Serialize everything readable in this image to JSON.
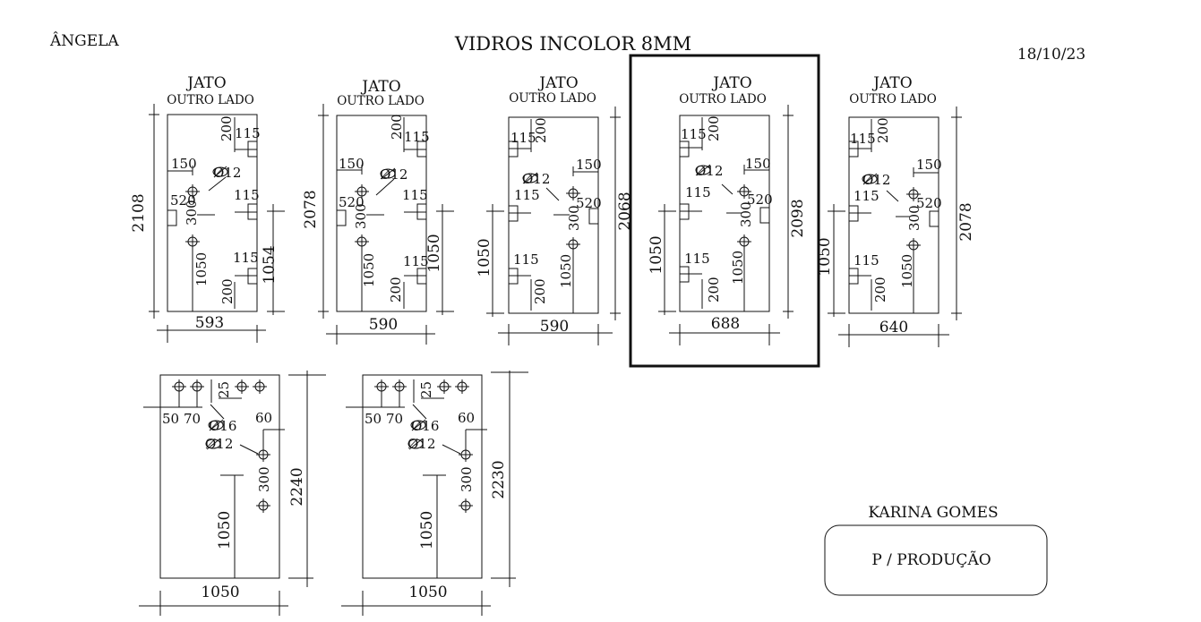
{
  "header": {
    "client": "ÂNGELA",
    "title": "VIDROS INCOLOR 8MM",
    "date": "18/10/23"
  },
  "footer": {
    "customer": "KARINA GOMES",
    "stamp": "P / PRODUÇÃO"
  },
  "panels": [
    {
      "jato": "JATO",
      "outro_lado": "OUTRO LADO",
      "height": "2108",
      "width": "593",
      "hinge_height": "1054",
      "left_labels": [
        "150",
        "520",
        "300",
        "1050",
        "200"
      ],
      "right_labels": [
        "115",
        "200",
        "115",
        "115"
      ],
      "hole": "Ø12"
    },
    {
      "jato": "JATO",
      "outro_lado": "OUTRO LADO",
      "height": "2078",
      "width": "590",
      "hinge_height": "1050",
      "left_labels": [
        "150",
        "520",
        "300",
        "1050",
        "200"
      ],
      "right_labels": [
        "115",
        "200",
        "115",
        "115"
      ],
      "hole": "Ø12"
    },
    {
      "jato": "JATO",
      "outro_lado": "OUTRO LADO",
      "height": "2068",
      "width": "590",
      "hinge_height": "1050",
      "left_labels": [
        "115",
        "200",
        "115",
        "115",
        "200"
      ],
      "right_labels": [
        "150",
        "520",
        "300",
        "1050"
      ],
      "hole": "Ø12"
    },
    {
      "jato": "JATO",
      "outro_lado": "OUTRO LADO",
      "height": "2098",
      "width": "688",
      "hinge_height": "1050",
      "left_labels": [
        "115",
        "200",
        "115",
        "115",
        "200"
      ],
      "right_labels": [
        "150",
        "520",
        "300",
        "1050"
      ],
      "hole": "Ø12"
    },
    {
      "jato": "JATO",
      "outro_lado": "OUTRO LADO",
      "height": "2078",
      "width": "640",
      "hinge_height": "1050",
      "left_labels": [
        "115",
        "200",
        "115",
        "115",
        "200"
      ],
      "right_labels": [
        "150",
        "520",
        "300",
        "1050"
      ],
      "hole": "Ø12"
    }
  ],
  "fixed_panels": [
    {
      "height": "2240",
      "width": "1050",
      "labels": {
        "d25": "25",
        "d50": "50",
        "d70": "70",
        "d60": "60",
        "d300": "300",
        "d1050": "1050"
      },
      "hole16": "Ø16",
      "hole12": "Ø12"
    },
    {
      "height": "2230",
      "width": "1050",
      "labels": {
        "d25": "25",
        "d50": "50",
        "d70": "70",
        "d60": "60",
        "d300": "300",
        "d1050": "1050"
      },
      "hole16": "Ø16",
      "hole12": "Ø12"
    }
  ]
}
